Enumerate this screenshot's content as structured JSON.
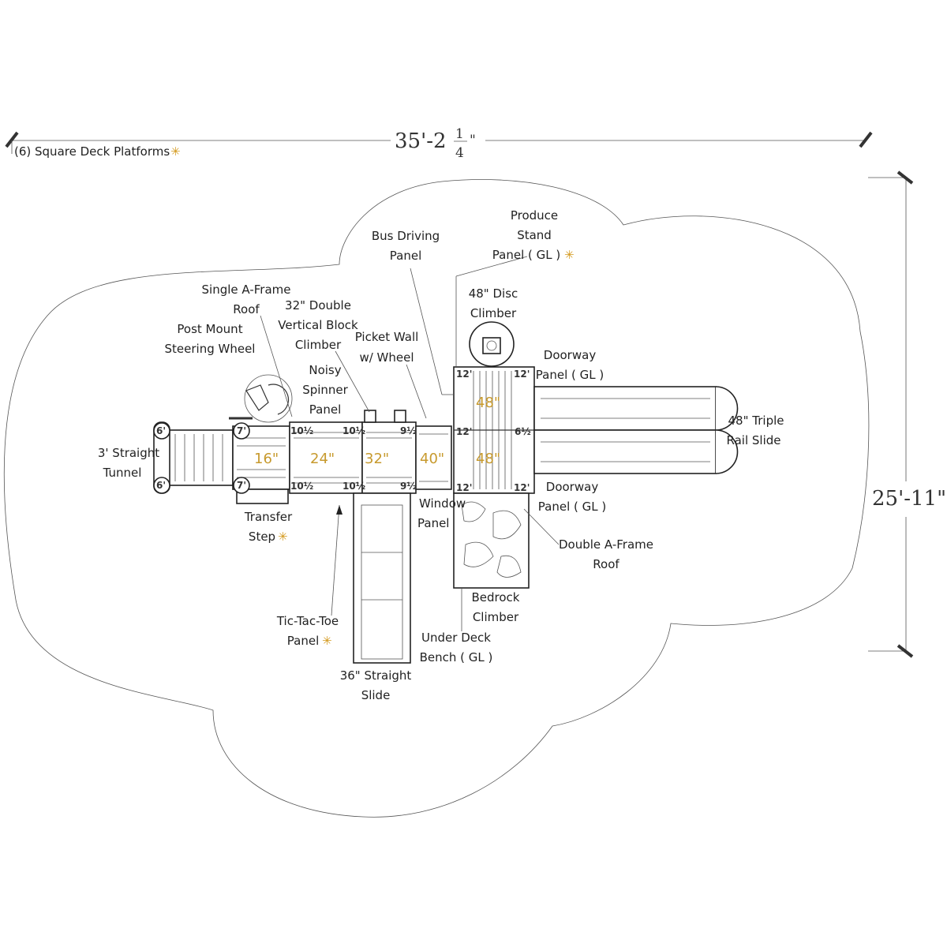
{
  "dimensions": {
    "width": "35'-2¼\"",
    "width_whole": "35'-2",
    "width_num": "1",
    "width_den": "4",
    "depth": "25'-11\""
  },
  "notes": {
    "platforms": "(6) Square Deck Platforms"
  },
  "labels": {
    "single_aframe": [
      "Single A-Frame",
      "Roof"
    ],
    "double_block": [
      "32\" Double",
      "Vertical Block",
      "Climber"
    ],
    "post_mount": [
      "Post Mount",
      "Steering Wheel"
    ],
    "picket_wall": [
      "Picket Wall",
      "w/  Wheel"
    ],
    "noisy_spinner": [
      "Noisy",
      "Spinner",
      "Panel"
    ],
    "bus_driving": [
      "Bus Driving",
      "Panel"
    ],
    "produce_stand": [
      "Produce",
      "Stand",
      "Panel ( GL )"
    ],
    "disc_climber": [
      "48\" Disc",
      "Climber"
    ],
    "doorway_top": [
      "Doorway",
      "Panel ( GL )"
    ],
    "triple_slide": [
      "48\" Triple",
      "Rail Slide"
    ],
    "doorway_bottom": [
      "Doorway",
      "Panel ( GL )"
    ],
    "straight_tunnel": [
      "3' Straight",
      "Tunnel"
    ],
    "transfer_step": [
      "Transfer",
      "Step"
    ],
    "window_panel": [
      "Window",
      "Panel"
    ],
    "double_aframe": [
      "Double A-Frame",
      "Roof"
    ],
    "bedrock": [
      "Bedrock",
      "Climber"
    ],
    "under_deck": [
      "Under Deck",
      "Bench ( GL )"
    ],
    "tic_tac_toe": [
      "Tic-Tac-Toe",
      "Panel"
    ],
    "straight_slide": [
      "36\" Straight",
      "Slide"
    ]
  },
  "deck_heights": [
    "16\"",
    "24\"",
    "32\"",
    "40\"",
    "48\"",
    "48\""
  ],
  "post_heights": {
    "tunnel_top": "6'",
    "tunnel_bottom": "6'",
    "d16_top": "7'",
    "d16_bottom": "7'",
    "d24_top_l": "10½",
    "d24_top_r": "10½",
    "d24_bot_l": "10½",
    "d24_bot_r": "10½",
    "d32_top": "9½",
    "d32_bot": "9½",
    "tower_tl": "12'",
    "tower_tr": "12'",
    "tower_ml": "12'",
    "tower_mr": "6½",
    "tower_bl": "12'",
    "tower_br": "12'"
  },
  "marker": "✳",
  "colors": {
    "accent": "#c79a2e",
    "line": "#222222"
  }
}
